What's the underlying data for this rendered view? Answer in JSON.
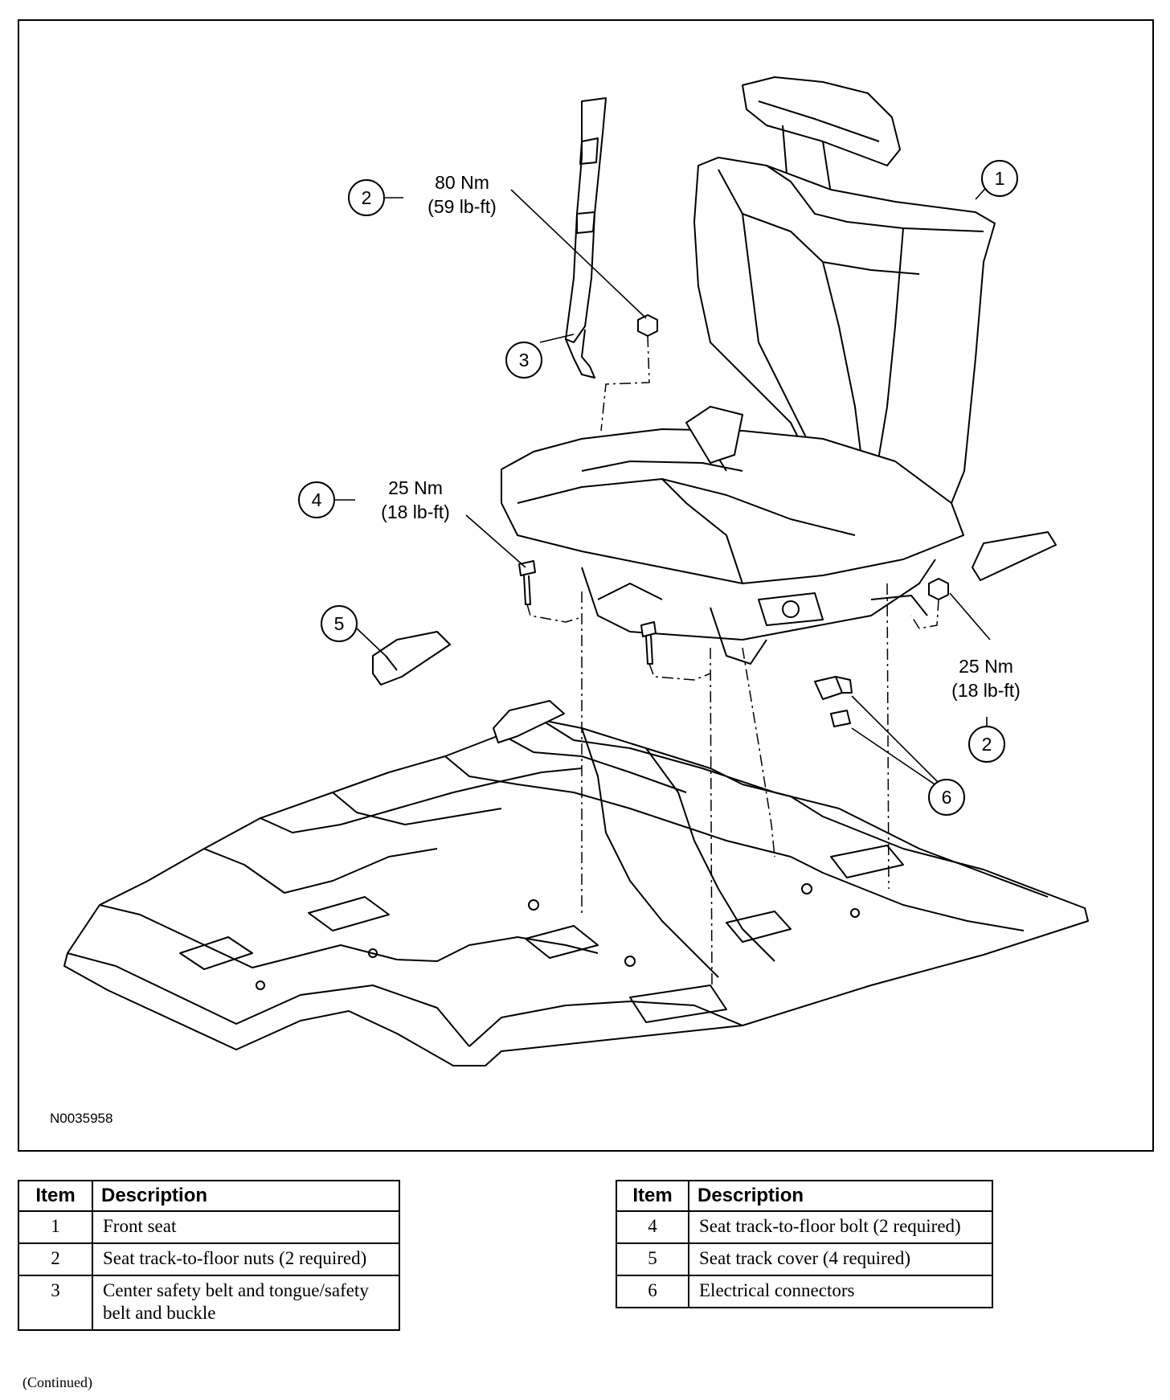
{
  "figure": {
    "id": "N0035958",
    "callouts": [
      {
        "num": "1"
      },
      {
        "num": "2",
        "torque": "80 Nm",
        "torque_alt": "(59 lb-ft)"
      },
      {
        "num": "3"
      },
      {
        "num": "4",
        "torque": "25 Nm",
        "torque_alt": "(18 lb-ft)"
      },
      {
        "num": "5"
      },
      {
        "num": "2",
        "torque": "25 Nm",
        "torque_alt": "(18 lb-ft)"
      },
      {
        "num": "6"
      }
    ]
  },
  "legend_headers": {
    "item": "Item",
    "description": "Description"
  },
  "legend_left": [
    {
      "item": "1",
      "description": "Front seat"
    },
    {
      "item": "2",
      "description": "Seat track-to-floor nuts (2 required)"
    },
    {
      "item": "3",
      "description": "Center safety belt and tongue/safety belt and buckle"
    }
  ],
  "legend_right": [
    {
      "item": "4",
      "description": "Seat track-to-floor bolt (2 required)"
    },
    {
      "item": "5",
      "description": "Seat track cover (4 required)"
    },
    {
      "item": "6",
      "description": "Electrical connectors"
    }
  ],
  "footer": {
    "continued": "(Continued)"
  }
}
